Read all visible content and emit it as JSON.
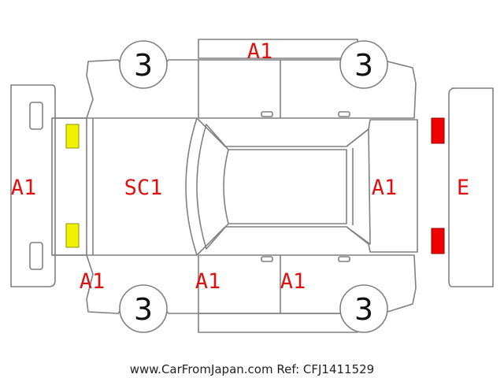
{
  "colors": {
    "line": "#808080",
    "label": "#dd1111",
    "yellow": "#f2f200",
    "red": "#ee0000",
    "wheel_text": "#111111"
  },
  "labels": {
    "roof": "A1",
    "front_bumper": "A1",
    "hood": "SC1",
    "rear_window": "A1",
    "rear_bumper": "E",
    "front_left_fender": "A1",
    "front_left_door": "A1",
    "rear_left_door": "A1"
  },
  "wheels": {
    "front_right": "3",
    "rear_right": "3",
    "front_left": "3",
    "rear_left": "3"
  },
  "footer": "www.CarFromJapan.com Ref: CFJ1411529"
}
